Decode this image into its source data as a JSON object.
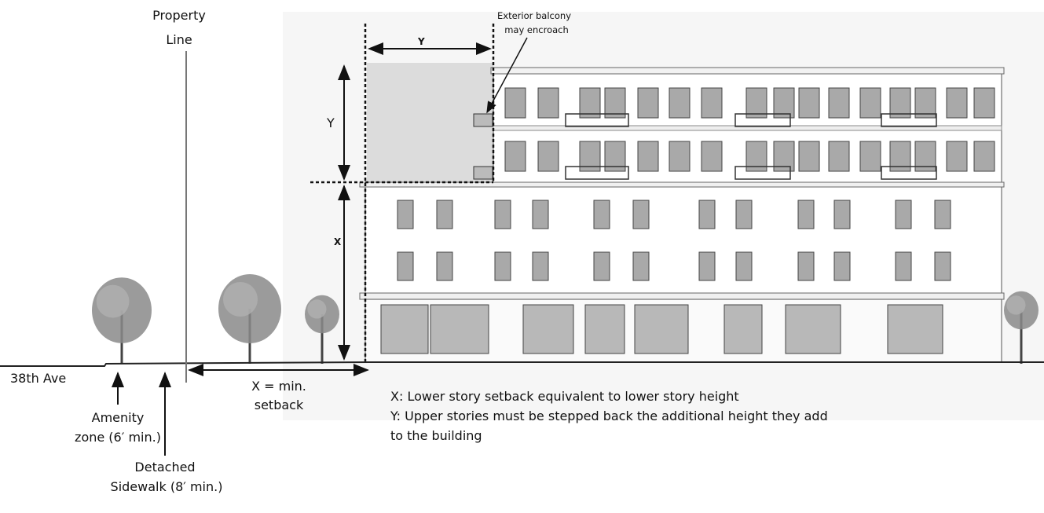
{
  "labels": {
    "property_line": [
      "Property",
      "Line"
    ],
    "street": "38th Ave",
    "amenity_zone": [
      "Amenity",
      "zone (6′ min.)"
    ],
    "sidewalk": [
      "Detached",
      "Sidewalk (8′ min.)"
    ],
    "setback": [
      "X = min.",
      "setback"
    ],
    "balcony": [
      "Exterior balcony",
      "may encroach"
    ],
    "dim_y_top": "Y",
    "dim_y_side": "Y",
    "dim_x_side": "X"
  },
  "legend": [
    "X: Lower story setback equivalent to lower story height",
    "Y: Upper stories must be stepped back the additional height they add",
    "to the building"
  ],
  "colors": {
    "shade": "#dcdcdc",
    "window": "#a9a9a9",
    "line": "#111111"
  }
}
